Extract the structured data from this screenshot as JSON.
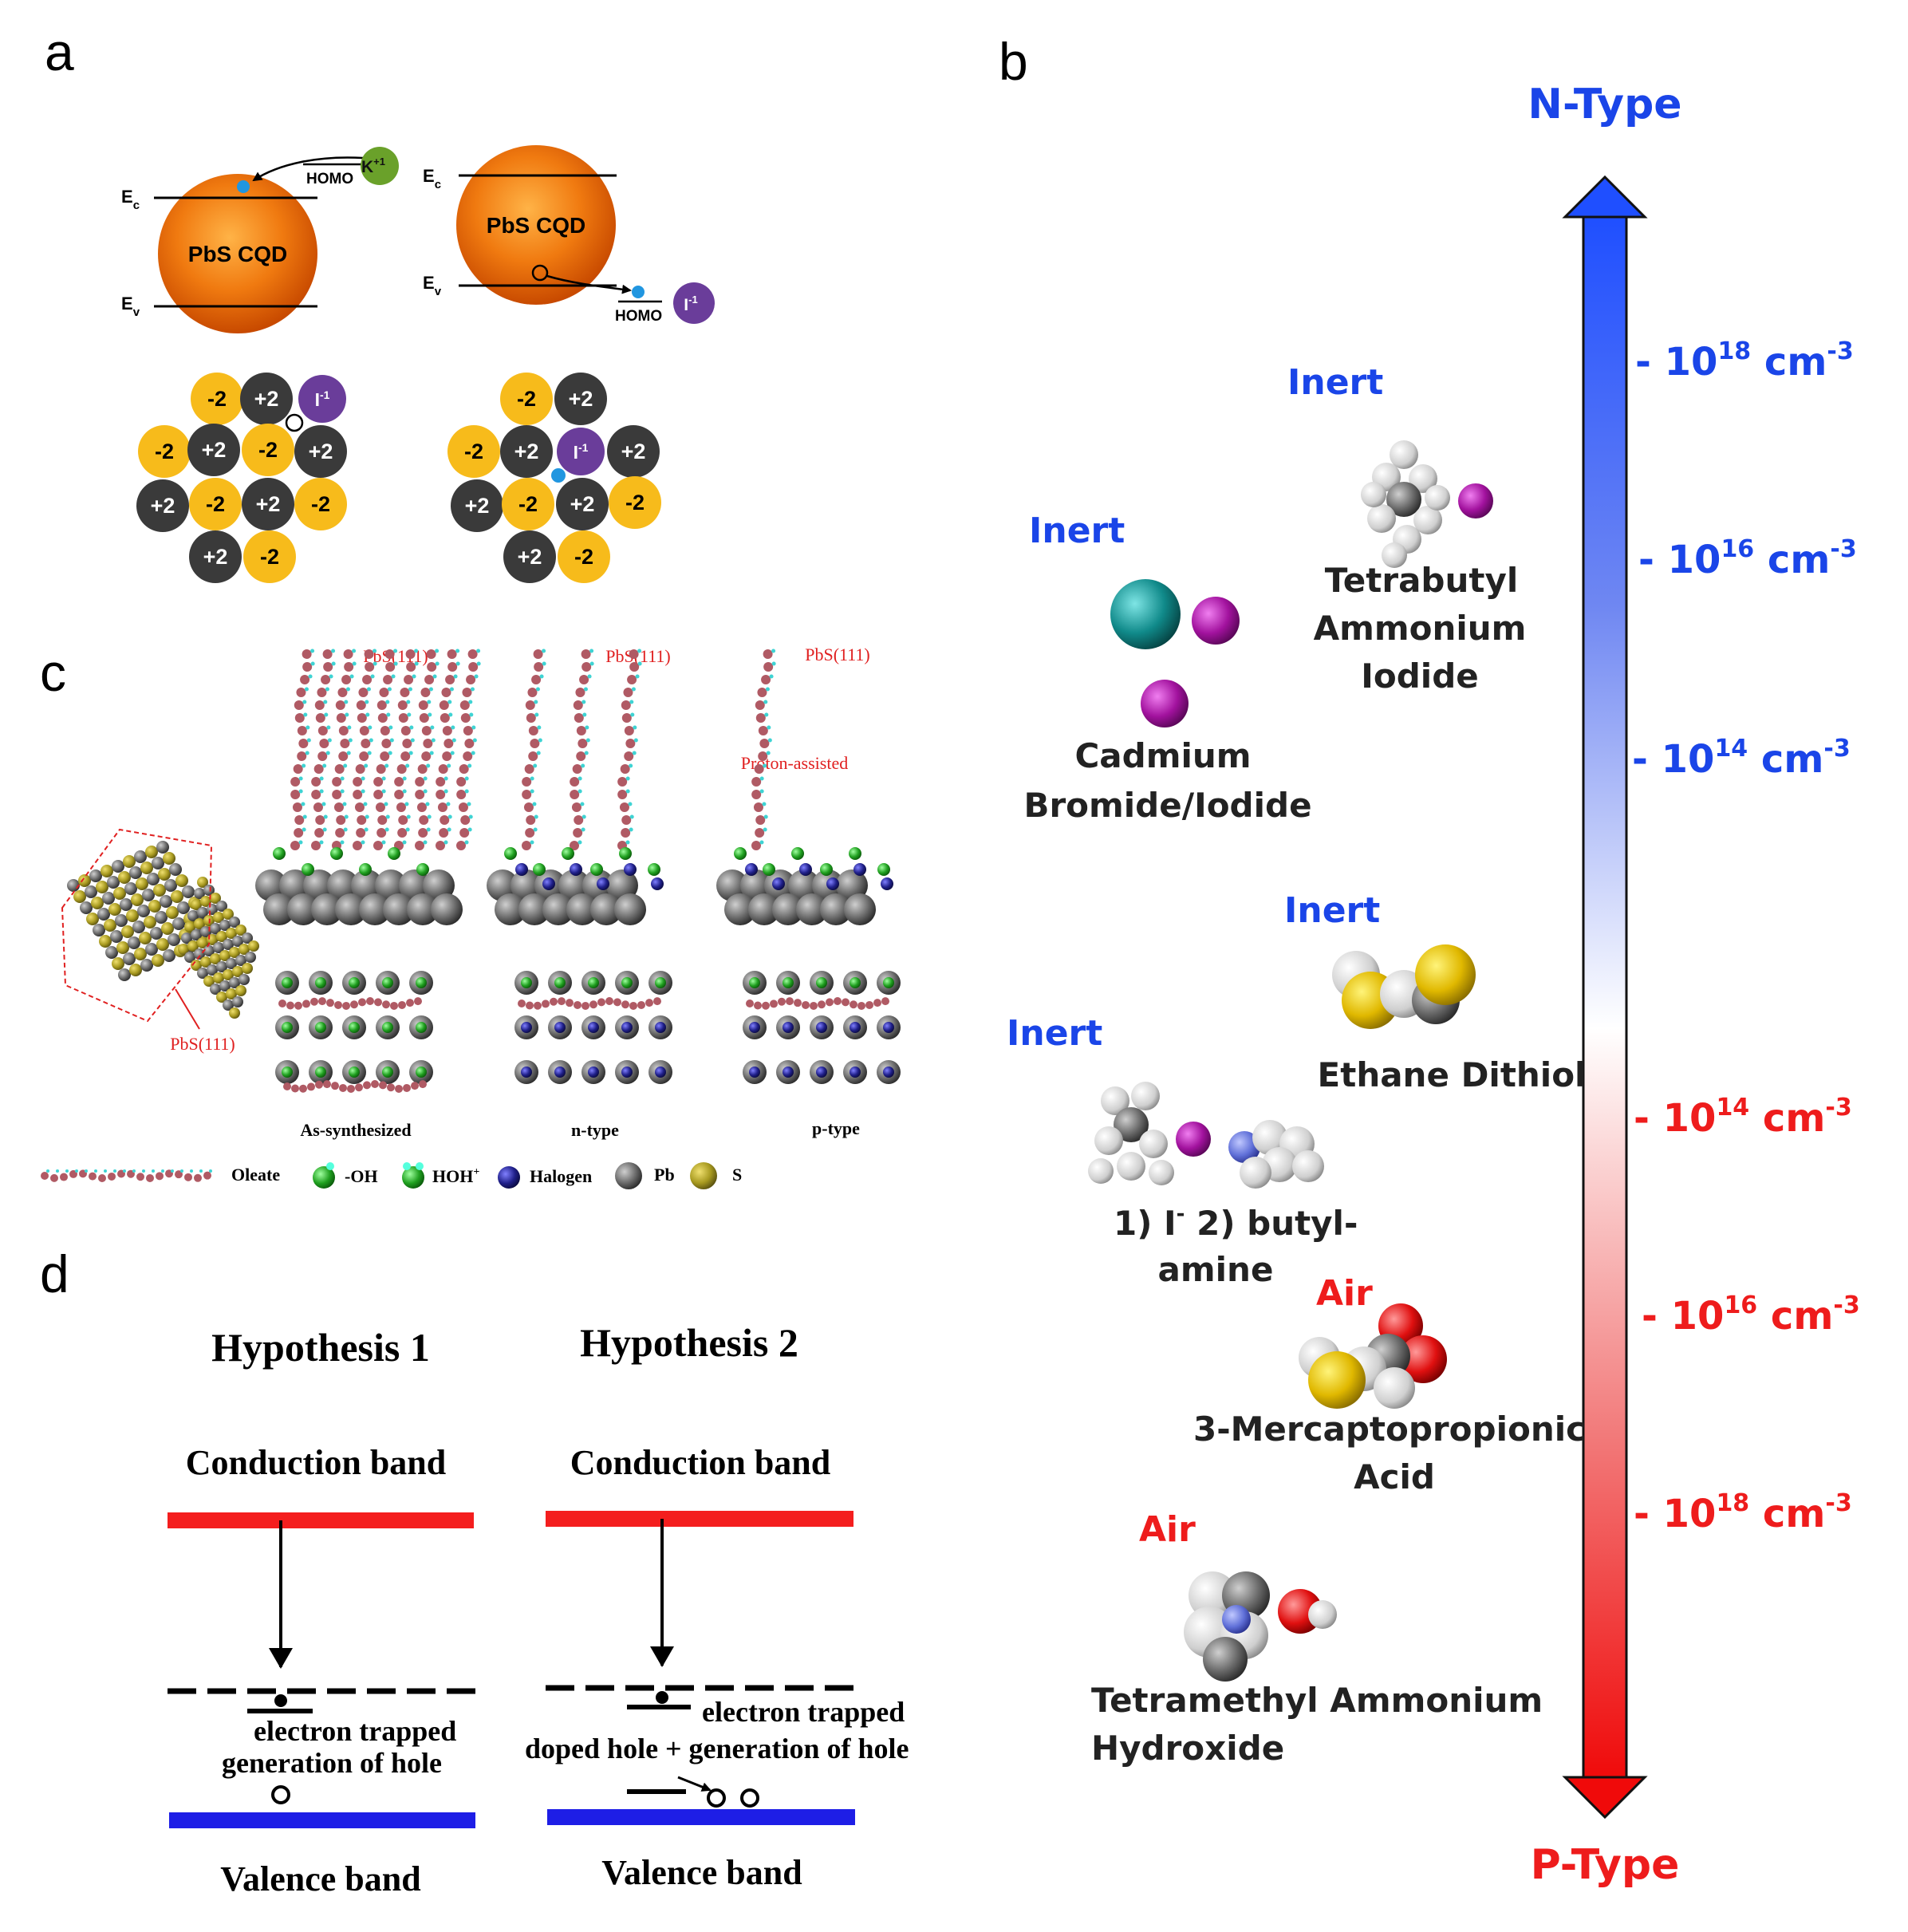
{
  "panels": {
    "a": {
      "label": "a",
      "left_dot": {
        "qd_label": "PbS CQD",
        "ec": "E",
        "ec_sub": "c",
        "ev": "E",
        "ev_sub": "v",
        "homo": "HOMO",
        "ion": "K",
        "ion_sup": "+1"
      },
      "right_dot": {
        "qd_label": "PbS CQD",
        "ec": "E",
        "ec_sub": "c",
        "ev": "E",
        "ev_sub": "v",
        "homo": "HOMO",
        "ion": "I",
        "ion_sup": "-1"
      },
      "lattice_left": [
        "-2",
        "+2",
        "I-1",
        "-2",
        "+2",
        "-2",
        "+2",
        "+2",
        "-2",
        "+2",
        "-2",
        "+2",
        "-2"
      ],
      "lattice_right": [
        "-2",
        "+2",
        "-2",
        "+2",
        "I-1",
        "+2",
        "+2",
        "-2",
        "+2",
        "-2",
        "+2",
        "-2"
      ]
    },
    "b": {
      "label": "b",
      "top_label": "N-Type",
      "bottom_label": "P-Type",
      "n_ticks": [
        "- 10",
        "- 10",
        "- 10"
      ],
      "n_exp": [
        "18",
        "16",
        "14"
      ],
      "p_ticks": [
        "- 10",
        "- 10",
        "- 10"
      ],
      "p_exp": [
        "14",
        "16",
        "18"
      ],
      "unit": "cm",
      "unit_exp": "-3",
      "atmospheres": {
        "tbai": "Inert",
        "cdx": "Inert",
        "edt": "Inert",
        "iba": "Inert",
        "mpa": "Air",
        "tmah": "Air"
      },
      "ligands": {
        "tbai": [
          "Tetrabutyl",
          "Ammonium",
          "Iodide"
        ],
        "cdx": [
          "Cadmium",
          "Bromide/Iodide"
        ],
        "edt": [
          "Ethane Dithiol"
        ],
        "iba": [
          "1) I",
          "-",
          " 2) butyl-",
          "amine"
        ],
        "mpa": [
          "3-Mercaptopropionic",
          "Acid"
        ],
        "tmah": [
          "Tetramethyl Ammonium",
          "Hydroxide"
        ]
      },
      "colors": {
        "n": "#1a45e8",
        "p": "#ee1c1c"
      }
    },
    "c": {
      "label": "c",
      "facet_top": "PbS(111)",
      "facet_cube": "PbS(111)",
      "proton_note": "Proton-assisted",
      "columns": [
        "As-synthesized",
        "n-type",
        "p-type"
      ],
      "legend": [
        "Oleate",
        "-OH",
        "HOH",
        "Halogen",
        "Pb",
        "S"
      ],
      "legend_hoh_sup": "+"
    },
    "d": {
      "label": "d",
      "h1": {
        "title": "Hypothesis 1",
        "cb": "Conduction band",
        "vb": "Valence band",
        "note1": "electron trapped",
        "note2": "generation of hole"
      },
      "h2": {
        "title": "Hypothesis 2",
        "cb": "Conduction band",
        "vb": "Valence band",
        "note1": "electron trapped",
        "note2": "doped hole + generation of hole"
      }
    }
  }
}
